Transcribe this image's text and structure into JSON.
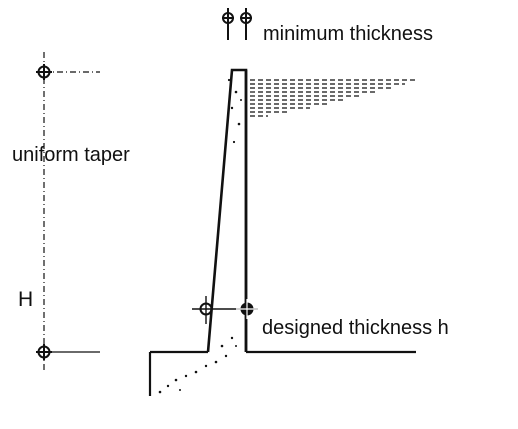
{
  "labels": {
    "top_thickness": "minimum thickness",
    "taper": "uniform taper",
    "height": "H",
    "bottom_thickness": "designed thickness h"
  },
  "colors": {
    "ink": "#111111",
    "background": "#ffffff"
  },
  "icons": {
    "dimension_marker": "crosshair-circle"
  }
}
